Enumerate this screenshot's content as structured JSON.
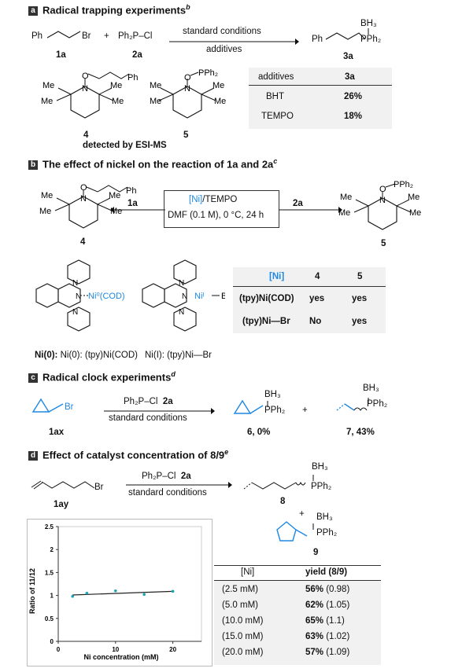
{
  "section_a": {
    "letter": "a",
    "title": "Radical trapping experiments",
    "title_sup": "b",
    "reactant1": "Ph",
    "reactant1_br": "Br",
    "plus": "+",
    "reactant2": "Ph₂P–Cl",
    "arrow_top": "standard conditions",
    "arrow_bottom": "additives",
    "product_bh3": "BH₃",
    "product_ph": "Ph",
    "product_pph2": "PPh₂",
    "label_1a": "1a",
    "label_2a": "2a",
    "label_3a": "3a",
    "adduct4_ph": "Ph",
    "adduct5_pph2": "PPh₂",
    "me": "Me",
    "n": "N",
    "o": "O",
    "label_4": "4",
    "label_5": "5",
    "detected": "detected by ESI-MS",
    "table": {
      "headers": [
        "additives",
        "3a"
      ],
      "rows": [
        [
          "BHT",
          "26%"
        ],
        [
          "TEMPO",
          "18%"
        ]
      ]
    }
  },
  "section_b": {
    "letter": "b",
    "title": "The effect of nickel on the reaction of 1a and 2a",
    "title_sup": "c",
    "box_line1_ni": "[Ni]",
    "box_line1_rest": "/TEMPO",
    "box_line2": "DMF (0.1 M), 0 °C, 24 h",
    "arrow_left": "1a",
    "arrow_right": "2a",
    "label_4": "4",
    "label_5": "5",
    "ni0_label": "Ni⁰(COD)",
    "ni1_label": "Niᴵ",
    "ni1_br": "Br",
    "caption_ni0": "Ni(0): (tpy)Ni(COD)",
    "caption_ni1": "Ni(I): (tpy)Ni—Br",
    "table": {
      "headers": [
        "[Ni]",
        "4",
        "5"
      ],
      "rows": [
        [
          "(tpy)Ni(COD)",
          "yes",
          "yes"
        ],
        [
          "(tpy)Ni—Br",
          "No",
          "yes"
        ]
      ]
    }
  },
  "section_c": {
    "letter": "c",
    "title": "Radical clock experiments",
    "title_sup": "d",
    "reactant_br": "Br",
    "reactant_label": "1ax",
    "arrow_top": "Ph₂P–Cl",
    "arrow_top_bold": "2a",
    "arrow_bottom": "standard conditions",
    "bh3": "BH₃",
    "pph2": "PPh₂",
    "plus": "+",
    "product6": "6, 0%",
    "product7": "7, 43%"
  },
  "section_d": {
    "letter": "d",
    "title": "Effect of catalyst concentration of 8/9",
    "title_sup": "e",
    "reactant_br": "Br",
    "reactant_label": "1ay",
    "arrow_top": "Ph₂P–Cl",
    "arrow_top_bold": "2a",
    "arrow_bottom": "standard conditions",
    "bh3": "BH₃",
    "pph2": "PPh₂",
    "plus": "+",
    "label_8": "8",
    "label_9": "9",
    "table": {
      "headers": [
        "[Ni]",
        "yield (8/9)"
      ],
      "rows": [
        [
          "(2.5 mM)",
          "56%",
          " (0.98)"
        ],
        [
          "(5.0 mM)",
          "62%",
          " (1.05)"
        ],
        [
          "(10.0 mM)",
          "65%",
          " (1.1)"
        ],
        [
          "(15.0 mM)",
          "63%",
          " (1.02)"
        ],
        [
          "(20.0 mM)",
          "57%",
          " (1.09)"
        ]
      ]
    }
  },
  "chart_data": {
    "type": "scatter",
    "xlabel": "Ni concentration  (mM)",
    "ylabel": "Ratio of 11/12",
    "xlim": [
      0,
      25
    ],
    "ylim": [
      0,
      2.5
    ],
    "x_ticks": [
      "0",
      "10",
      "20"
    ],
    "y_ticks": [
      "0",
      "0.5",
      "1",
      "1.5",
      "2",
      "2.5"
    ],
    "x": [
      2.5,
      5,
      10,
      15,
      20
    ],
    "y": [
      0.98,
      1.05,
      1.1,
      1.02,
      1.09
    ],
    "trendline": {
      "x": [
        2.5,
        20
      ],
      "y": [
        1.01,
        1.09
      ]
    },
    "marker_color": "#1aa3b5",
    "line_color": "#222222"
  }
}
